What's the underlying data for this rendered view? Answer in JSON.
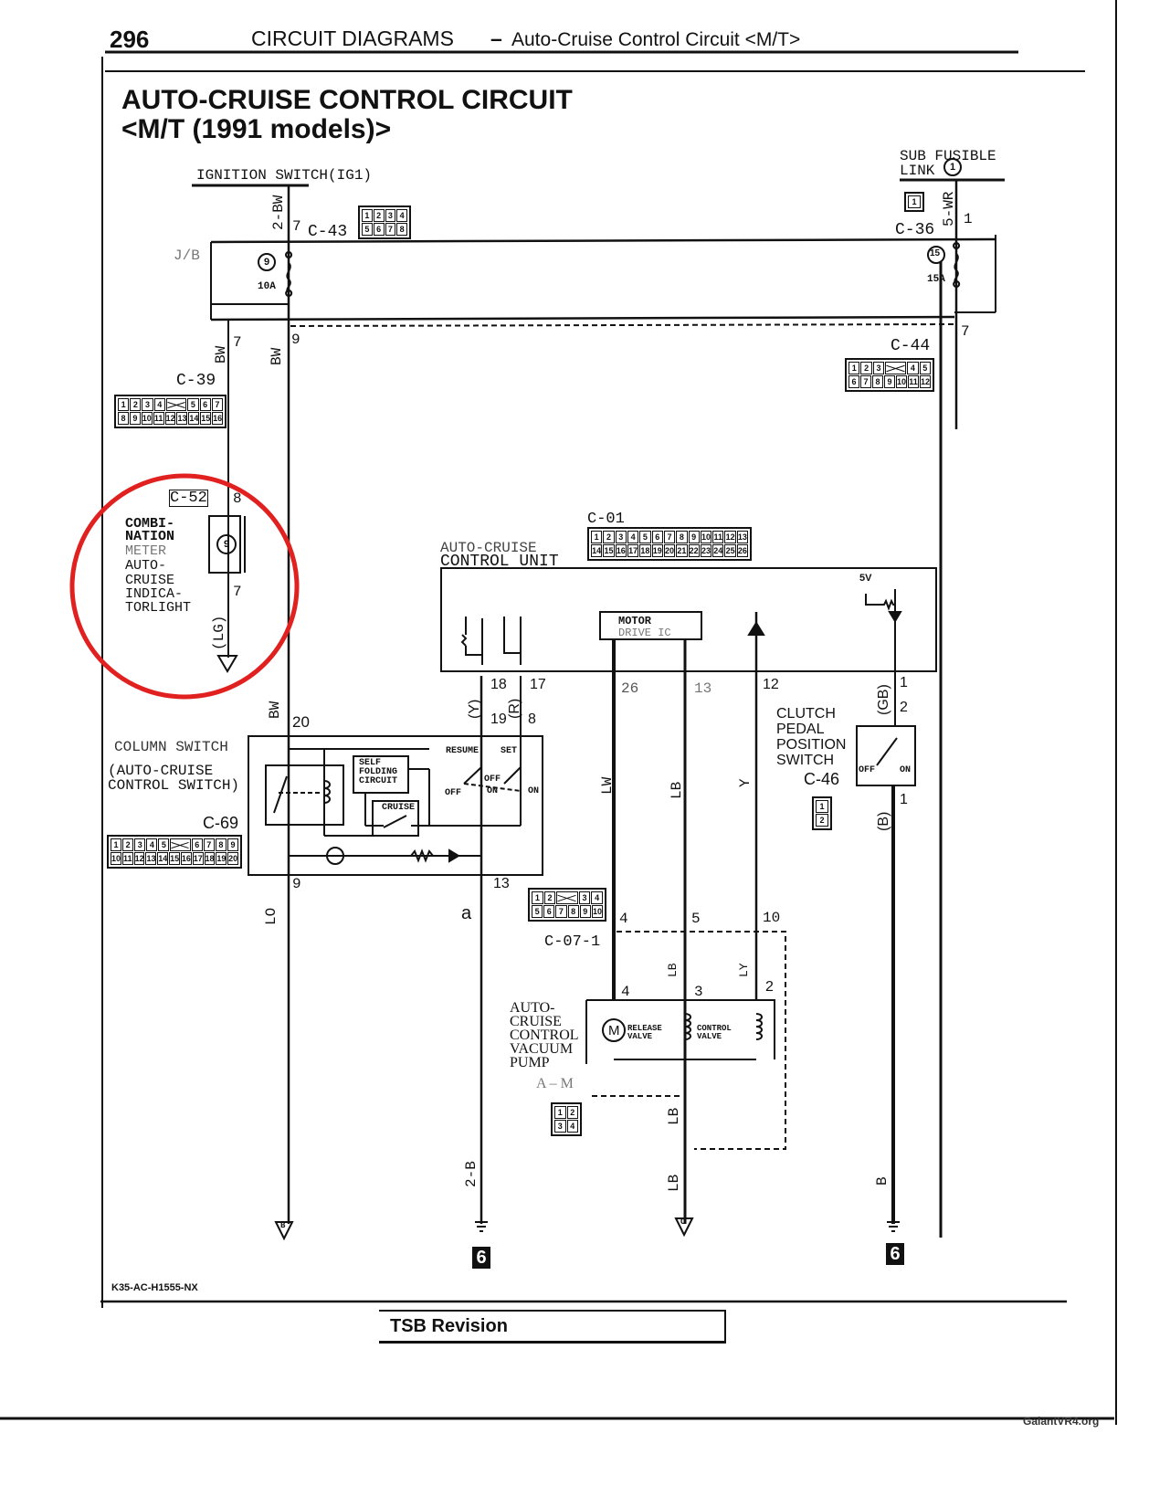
{
  "header": {
    "page_number": "296",
    "section": "CIRCUIT DIAGRAMS",
    "dash": "–",
    "subtitle": "Auto-Cruise Control Circuit <M/T>"
  },
  "title": {
    "line1": "AUTO-CRUISE CONTROL CIRCUIT",
    "line2": "<M/T (1991 models)>"
  },
  "labels": {
    "ignition": "IGNITION SWITCH(IG1)",
    "wire_2bw": "2-BW",
    "pin7_c43": "7",
    "c43": "C-43",
    "jb": "J/B",
    "fuse9": "9",
    "fuse10a": "10A",
    "sub_fusible": "SUB FUSIBLE",
    "link": "LINK",
    "sfl1": "1",
    "wire_5wr": "5-WR",
    "pin1_c36": "1",
    "c36": "C-36",
    "fuse15": "15",
    "fuse15a": "15A",
    "pin7_c44": "7",
    "c44": "C-44",
    "bw_left": "BW",
    "pin7_left": "7",
    "bw_mid": "BW",
    "pin9_mid": "9",
    "c39": "C-39",
    "c52": "C-52",
    "pin8_c52": "8",
    "meter_1": "COMBI-",
    "meter_2": "NATION",
    "meter_3": "METER",
    "meter_4": "AUTO-",
    "meter_5": "CRUISE",
    "meter_6": "INDICA-",
    "meter_7": "TORLIGHT",
    "bulb9": "9",
    "pin7_meter": "7",
    "lg": "(LG)",
    "bw_20": "BW",
    "pin20": "20",
    "column_switch": "COLUMN SWITCH",
    "acs_1": "(AUTO-CRUISE",
    "acs_2": "CONTROL SWITCH)",
    "c69": "C-69",
    "self_1": "SELF",
    "self_2": "FOLDING",
    "self_3": "CIRCUIT",
    "cruise": "CRUISE",
    "resume": "RESUME",
    "set": "SET",
    "off1": "OFF",
    "off2": "OFF",
    "on1": "ON",
    "on2": "ON",
    "pin9_lo": "9",
    "lo": "LO",
    "pin13": "13",
    "a": "a",
    "acu_1": "AUTO-CRUISE",
    "acu_2": "CONTROL UNIT",
    "c01": "C-01",
    "motor": "MOTOR",
    "drive_ic": "DRIVE IC",
    "v5": "5V",
    "p18": "18",
    "p17": "17",
    "y": "(Y)",
    "r": "(R)",
    "p19": "19",
    "p8": "8",
    "p26": "26",
    "p13b": "13",
    "p12": "12",
    "p1": "1",
    "gb": "(GB)",
    "p2": "2",
    "lw": "LW",
    "lb1": "LB",
    "yw": "Y",
    "clutch_1": "CLUTCH",
    "clutch_2": "PEDAL",
    "clutch_3": "POSITION",
    "clutch_4": "SWITCH",
    "c46": "C-46",
    "cl_off": "OFF",
    "cl_on": "ON",
    "p1b": "1",
    "b_wire": "(B)",
    "p4": "4",
    "p5": "5",
    "p10": "10",
    "c071": "C-07-1",
    "lb2": "LB",
    "ly": "LY",
    "p4b": "4",
    "p3b": "3",
    "p2b": "2",
    "m": "M",
    "release": "RELEASE",
    "valve1": "VALVE",
    "control": "CONTROL",
    "valve2": "VALVE",
    "pump_1": "AUTO-",
    "pump_2": "CRUISE",
    "pump_3": "CONTROL",
    "pump_4": "VACUUM",
    "pump_5": "PUMP",
    "am": "A – M",
    "lb3": "LB",
    "lb4": "LB",
    "w2b": "2-B",
    "wb": "B",
    "gnd_b": "B",
    "gnd_c": "C",
    "g6a": "6",
    "g6b": "6",
    "drawing_no": "K35-AC-H1555-NX"
  },
  "connectors": [
    {
      "id": "C-43",
      "rows": [
        [
          "1",
          "2",
          "3",
          "4"
        ],
        [
          "5",
          "6",
          "7",
          "8"
        ]
      ]
    },
    {
      "id": "C-39",
      "rows": [
        [
          "1",
          "2",
          "3",
          "4",
          "X",
          "5",
          "6",
          "7"
        ],
        [
          "8",
          "9",
          "10",
          "11",
          "12",
          "13",
          "14",
          "15",
          "16"
        ]
      ]
    },
    {
      "id": "C-44",
      "rows": [
        [
          "1",
          "2",
          "3",
          "X",
          "4",
          "5"
        ],
        [
          "6",
          "7",
          "8",
          "9",
          "10",
          "11",
          "12"
        ]
      ]
    },
    {
      "id": "C-69",
      "rows": [
        [
          "1",
          "2",
          "3",
          "4",
          "5",
          "X",
          "6",
          "7",
          "8",
          "9"
        ],
        [
          "10",
          "11",
          "12",
          "13",
          "14",
          "15",
          "16",
          "17",
          "18",
          "19",
          "20"
        ]
      ]
    },
    {
      "id": "C-01",
      "rows": [
        [
          "1",
          "2",
          "3",
          "4",
          "5",
          "6",
          "7",
          "8",
          "9",
          "10",
          "11",
          "12",
          "13"
        ],
        [
          "14",
          "15",
          "16",
          "17",
          "18",
          "19",
          "20",
          "21",
          "22",
          "23",
          "24",
          "25",
          "26"
        ]
      ]
    },
    {
      "id": "C-07-1",
      "rows": [
        [
          "1",
          "2",
          "X",
          "3",
          "4"
        ],
        [
          "5",
          "6",
          "7",
          "8",
          "9",
          "10"
        ]
      ]
    },
    {
      "id": "C-46",
      "rows": [
        [
          "1"
        ],
        [
          "2"
        ]
      ]
    },
    {
      "id": "C-36",
      "rows": [
        [
          "1"
        ]
      ]
    },
    {
      "id": "pump",
      "rows": [
        [
          "1",
          "2"
        ],
        [
          "3",
          "4"
        ]
      ]
    }
  ],
  "footer": {
    "tsb": "TSB Revision",
    "watermark": "GalantVR4.org"
  },
  "colors": {
    "highlight_circle": "#e0211f",
    "ink": "#111111"
  }
}
